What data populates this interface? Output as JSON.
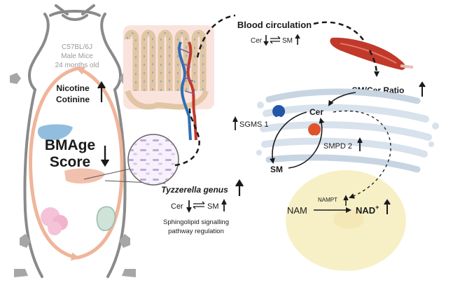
{
  "mouse": {
    "strain": "C57BL/6J",
    "sex_line": "Male Mice",
    "age_line": "24 months old",
    "nicotine": "Nicotine",
    "cotinine": "Cotinine",
    "score_line1": "BMAge",
    "score_line2": "Score"
  },
  "gut": {
    "genus": "Tyzzerella genus",
    "cer": "Cer",
    "sm": "SM",
    "pathway_line1": "Sphingolipid signalling",
    "pathway_line2": "pathway regulation"
  },
  "blood": {
    "title": "Blood circulation",
    "cer": "Cer",
    "sm": "SM"
  },
  "cell": {
    "ratio": "SM/Cer Ratio",
    "cer": "Cer",
    "sm": "SM",
    "sgms": "SGMS 1",
    "smpd": "SMPD 2",
    "nam": "NAM",
    "nampt": "NAMPT",
    "nad": "NAD",
    "nad_sup": "+"
  },
  "colors": {
    "arrow_black": "#1a1a1a",
    "mouse_outline": "#8a8a8a",
    "circulation": "#efb59a",
    "muscle": "#c0392b",
    "golgi": "#d7e2ec",
    "nucleus": "#f7f0c6",
    "sgms_enzyme": "#2356a8",
    "smpd_enzyme": "#e0532a"
  }
}
